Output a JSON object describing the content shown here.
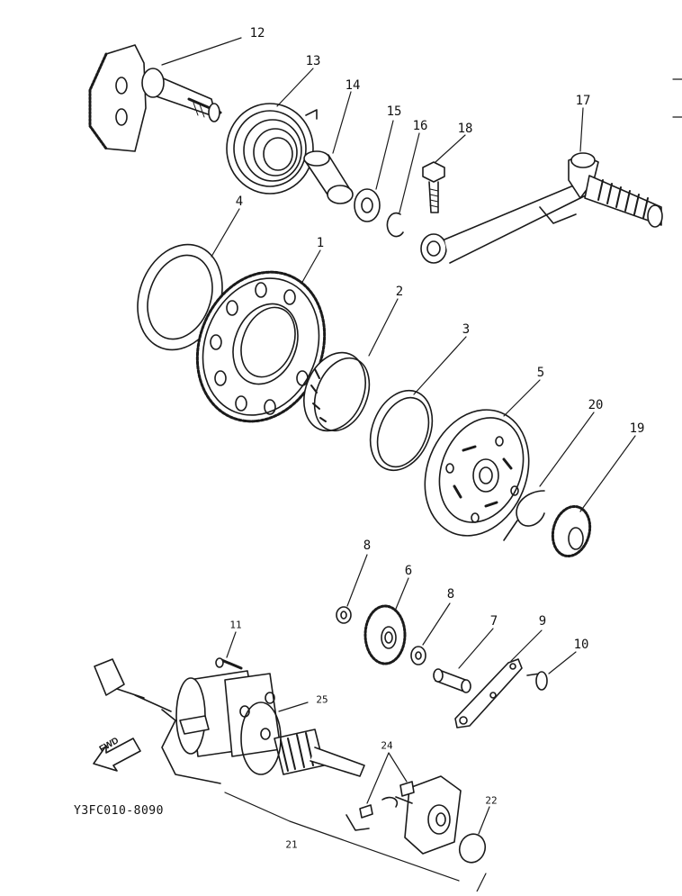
{
  "diagram": {
    "part_labels": [
      {
        "id": "12",
        "text": "12"
      },
      {
        "id": "13",
        "text": "13"
      },
      {
        "id": "14",
        "text": "14"
      },
      {
        "id": "15",
        "text": "15"
      },
      {
        "id": "16",
        "text": "16"
      },
      {
        "id": "18",
        "text": "18"
      },
      {
        "id": "17",
        "text": "17"
      },
      {
        "id": "4",
        "text": "4"
      },
      {
        "id": "1",
        "text": "1"
      },
      {
        "id": "2",
        "text": "2"
      },
      {
        "id": "3",
        "text": "3"
      },
      {
        "id": "5",
        "text": "5"
      },
      {
        "id": "20",
        "text": "20"
      },
      {
        "id": "19",
        "text": "19"
      },
      {
        "id": "8a",
        "text": "8"
      },
      {
        "id": "6",
        "text": "6"
      },
      {
        "id": "8b",
        "text": "8"
      },
      {
        "id": "7",
        "text": "7"
      },
      {
        "id": "9",
        "text": "9"
      },
      {
        "id": "10",
        "text": "10"
      },
      {
        "id": "11",
        "text": "11"
      },
      {
        "id": "25",
        "text": "25"
      },
      {
        "id": "24",
        "text": "24"
      },
      {
        "id": "22",
        "text": "22"
      },
      {
        "id": "21",
        "text": "21"
      }
    ],
    "fwd_arrow_text": "FWD",
    "drawing_code": "Y3FC010-8090",
    "line_color": "#1a1a1a"
  }
}
